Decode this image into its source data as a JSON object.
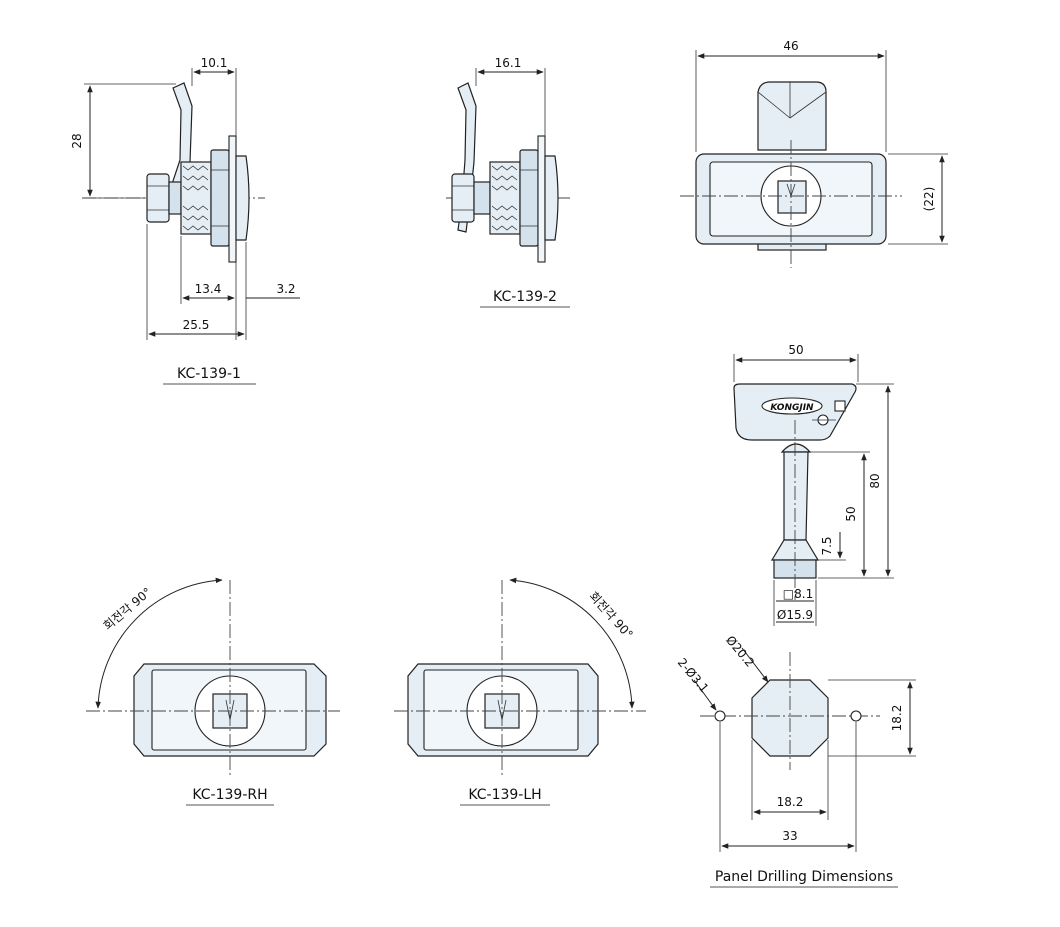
{
  "colors": {
    "part_fill": "#e4eef4",
    "line": "#222222",
    "background": "#ffffff"
  },
  "views": {
    "kc139_1": {
      "caption": "KC-139-1",
      "dims": {
        "width_top": "10.1",
        "height": "28",
        "nut": "13.4",
        "plate": "3.2",
        "overall": "25.5"
      }
    },
    "kc139_2": {
      "caption": "KC-139-2",
      "dims": {
        "width_top": "16.1"
      }
    },
    "front": {
      "dims": {
        "width": "46",
        "height": "(22)"
      }
    },
    "key": {
      "logo": "KONGJIN",
      "dims": {
        "width": "50",
        "height_total": "80",
        "shaft": "50",
        "tip": "7.5",
        "square": "□8.1",
        "diameter": "Ø15.9"
      }
    },
    "rh": {
      "caption": "KC-139-RH",
      "rotation": "회전각 90°"
    },
    "lh": {
      "caption": "KC-139-LH",
      "rotation": "회전각 90°"
    },
    "panel": {
      "caption": "Panel Drilling Dimensions",
      "dims": {
        "hole_dia": "Ø20.2",
        "holes": "2-Ø3.1",
        "height": "18.2",
        "width": "18.2",
        "spacing": "33"
      }
    }
  }
}
